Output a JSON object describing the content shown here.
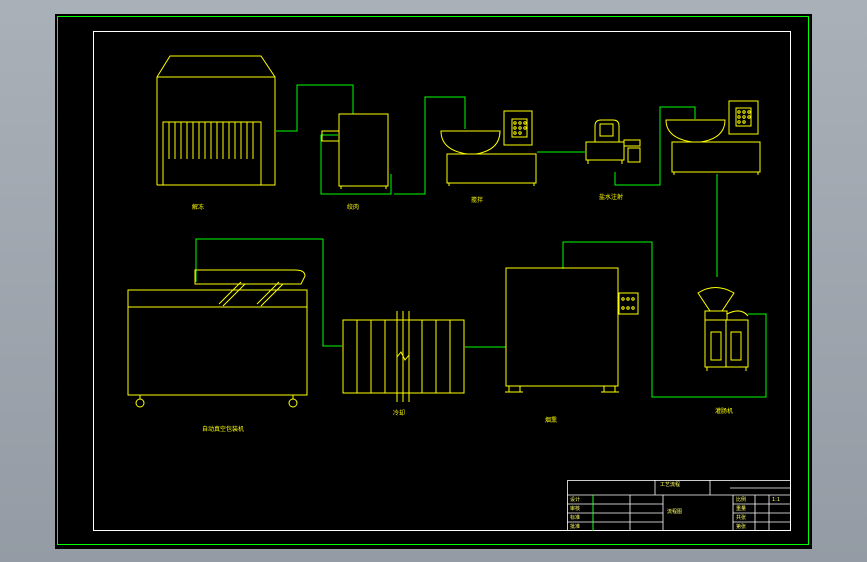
{
  "drawing": {
    "colors": {
      "background": "#000000",
      "frame": "#ffffff",
      "outer_border": "#00ff00",
      "equipment": "#ffff00",
      "piping": "#00ff00",
      "text": "#ffff00"
    },
    "equipment_labels": {
      "thawing": "解冻",
      "grinder": "绞肉",
      "mixer": "搅拌",
      "brine_injector": "盐水注射",
      "stuffer": "灌肠机",
      "smokehouse": "烟熏",
      "cooler": "冷却",
      "vacuum_packer": "自动真空包装机"
    },
    "title_block": {
      "title": "工艺流程",
      "drawing_name": "流程图",
      "rows_left": [
        "设计",
        "审核",
        "标准",
        "批准"
      ],
      "rows_right": [
        "比例",
        "重量",
        "共张",
        "第张"
      ],
      "scale": "1:1"
    }
  }
}
